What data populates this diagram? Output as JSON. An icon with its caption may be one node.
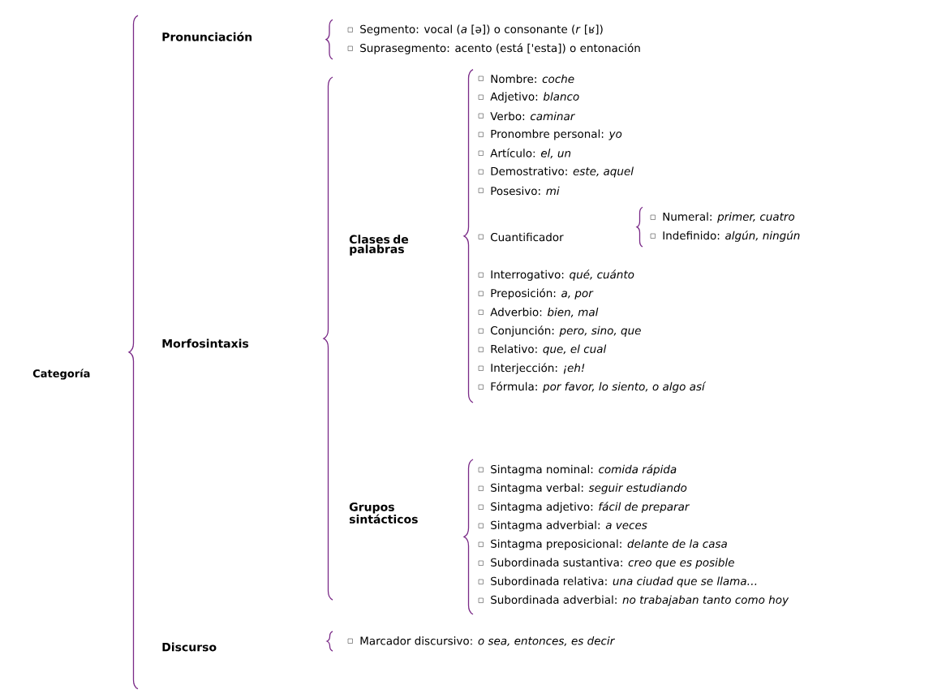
{
  "diagram": {
    "nodes": [
      {
        "text": [
          "Categoría"
        ]
      },
      {
        "text": [
          "Pronunciación"
        ]
      },
      {
        "text": [
          "Segmento: vocal (*a* [ə]) o consonante (*r* [ʁ])"
        ]
      },
      {
        "text": [
          "Suprasegmento: acento (está ['esta]) o entonación"
        ]
      },
      {
        "text": [
          "Morfosintaxis"
        ]
      },
      {
        "text": [
          "Clases de palabras"
        ]
      },
      {
        "text": [
          "Nombre: *coche*"
        ]
      },
      {
        "text": [
          "Adjetivo: *blanco*"
        ]
      },
      {
        "text": [
          "Verbo: *caminar*"
        ]
      },
      {
        "text": [
          "Pronombre personal: *yo*"
        ]
      },
      {
        "text": [
          "Artículo: *el, un*"
        ]
      },
      {
        "text": [
          "Demostrativo: *este, aquel*"
        ]
      },
      {
        "text": [
          "Posesivo: *mi*"
        ]
      },
      {
        "text": [
          "Cuantificador"
        ]
      },
      {
        "text": [
          "Numeral: *primer, cuatro*"
        ]
      },
      {
        "text": [
          "Indefinido: *algún, ningún*"
        ]
      },
      {
        "text": [
          "Interrogativo: *qué, cuánto*"
        ]
      },
      {
        "text": [
          "Preposición: *a, por*"
        ]
      },
      {
        "text": [
          "Adverbio: *bien, mal*"
        ]
      },
      {
        "text": [
          "Conjunción: *pero, sino, que*"
        ]
      },
      {
        "text": [
          "Relativo: *que, el cual*"
        ]
      },
      {
        "text": [
          "Interjección: *¡eh!*"
        ]
      },
      {
        "text": [
          "Fórmula: *por favor, lo siento, o algo así*"
        ]
      },
      {
        "text": [
          "Grupos sintácticos"
        ]
      },
      {
        "text": [
          "Sintagma nominal: *comida rápida*"
        ]
      },
      {
        "text": [
          "Sintagma verbal: *seguir estudiando*"
        ]
      },
      {
        "text": [
          "Sintagma adjetivo: *fácil de preparar*"
        ]
      },
      {
        "text": [
          "Sintagma adverbial: *a veces*"
        ]
      },
      {
        "text": [
          "Sintagma preposicional: *delante de la casa*"
        ]
      },
      {
        "text": [
          "Subordinada sustantiva: *creo que es posible*"
        ]
      },
      {
        "text": [
          "Subordinada relativa: *una ciudad que se llama…*"
        ]
      },
      {
        "text": [
          "Subordinada adverbial: *no trabajaban tanto como hoy*"
        ]
      },
      {
        "text": [
          "Discurso"
        ]
      },
      {
        "text": [
          "Marcador discursivo: *o sea, entonces, es decir*"
        ]
      }
    ]
  }
}
